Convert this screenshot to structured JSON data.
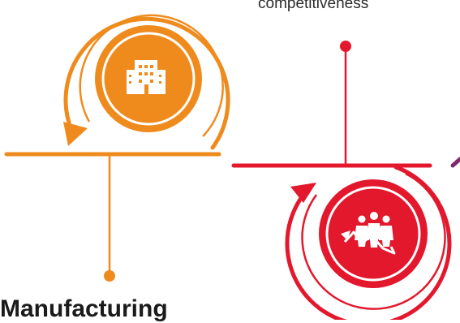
{
  "labels": {
    "top_caption": "competitiveness",
    "bottom_caption": "Manufacturing"
  },
  "nodes": [
    {
      "id": "manufacturing",
      "icon": "building-icon",
      "color": "#ef8b1d"
    },
    {
      "id": "competitiveness",
      "icon": "people-growth-icon",
      "color": "#e3182d"
    }
  ],
  "colors": {
    "orange": "#ef8b1d",
    "red": "#e3182d",
    "purple": "#7d2a6f"
  }
}
